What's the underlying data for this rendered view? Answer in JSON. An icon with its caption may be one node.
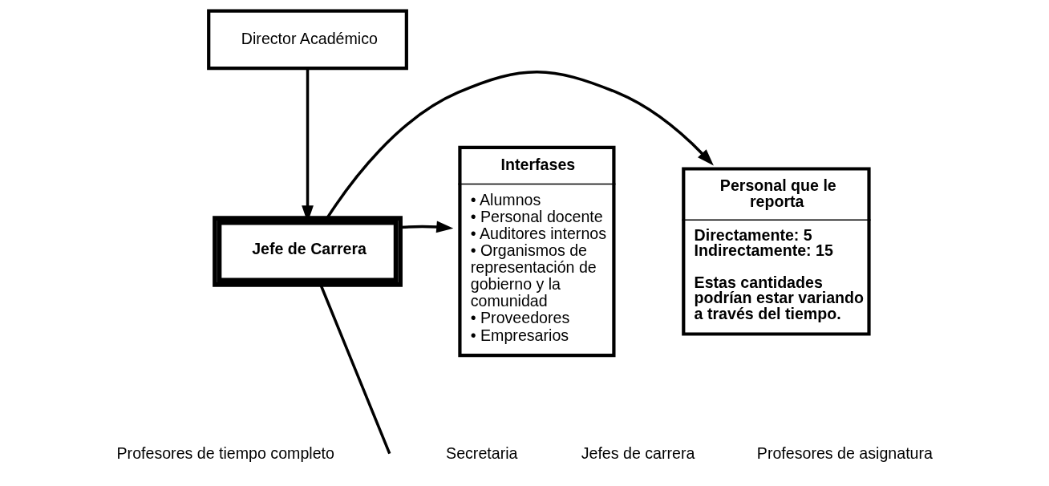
{
  "diagram": {
    "nodes": [
      {
        "text": [
          "Director Académico"
        ]
      },
      {
        "text": [
          "Jefe de Carrera"
        ]
      },
      {
        "text": [
          "Personal que le reporta",
          "Directamente: 5 Indirectamente: 15",
          "Estas cantidades podrían estar variando a través del tiempo."
        ]
      },
      {
        "text": [
          "Interfases",
          "• Alumnos",
          "• Personal docente",
          "• Auditores internos",
          "• Organismos de representación de gobierno y la comunidad",
          "• Proveedores",
          "• Empresarios"
        ]
      }
    ],
    "edges": [
      {
        "from": 0,
        "to": 1,
        "arrow": "to"
      },
      {
        "from": 1,
        "to": 2,
        "arrow": "to"
      },
      {
        "from": 1,
        "to": 3,
        "arrow": "to"
      },
      {
        "from": 1,
        "to": null,
        "arrow": "none"
      }
    ],
    "labels": [
      "Profesores de tiempo completo",
      "Secretaria",
      "Jefes de carrera",
      "Profesores de asignatura"
    ]
  }
}
